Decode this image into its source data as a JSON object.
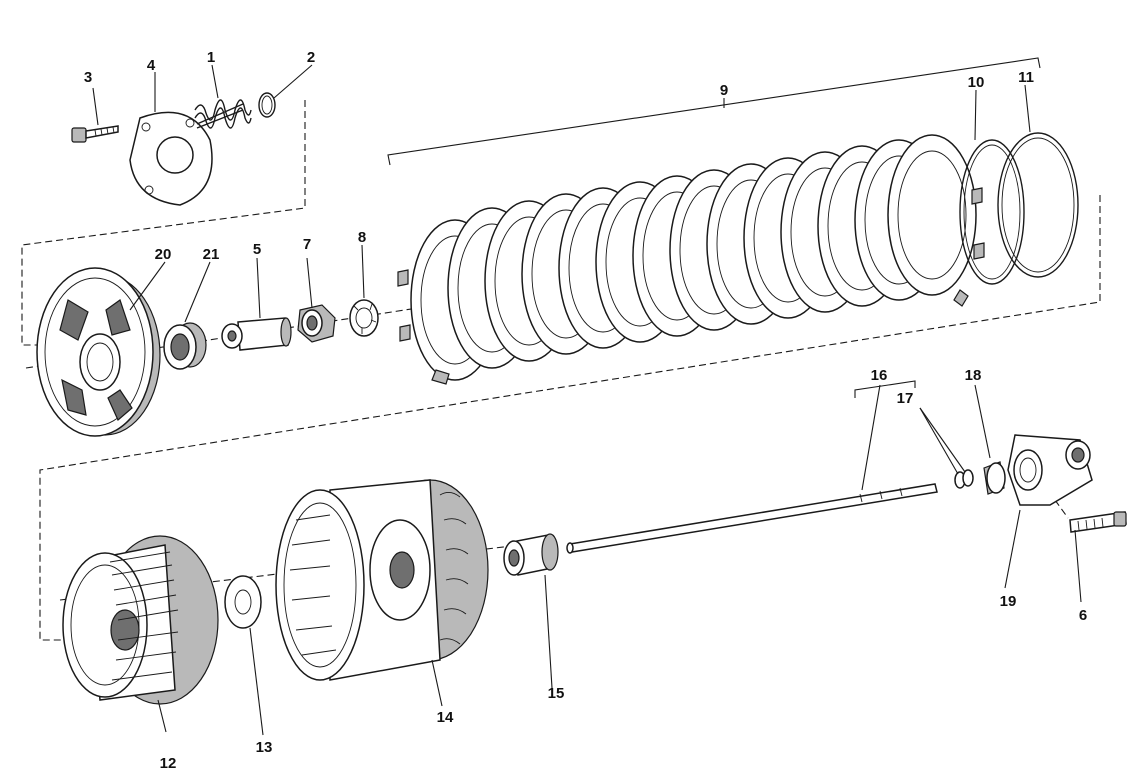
{
  "callouts": {
    "c1": "1",
    "c2": "2",
    "c3": "3",
    "c4": "4",
    "c5": "5",
    "c6": "6",
    "c7": "7",
    "c8": "8",
    "c9": "9",
    "c10": "10",
    "c11": "11",
    "c12": "12",
    "c13": "13",
    "c14": "14",
    "c15": "15",
    "c16": "16",
    "c17": "17",
    "c18": "18",
    "c19": "19",
    "c20": "20",
    "c21": "21"
  },
  "colors": {
    "line": "#1a1a1a",
    "shade_light": "#b9b9b9",
    "shade_dark": "#6f6f6f",
    "background": "#ffffff"
  }
}
